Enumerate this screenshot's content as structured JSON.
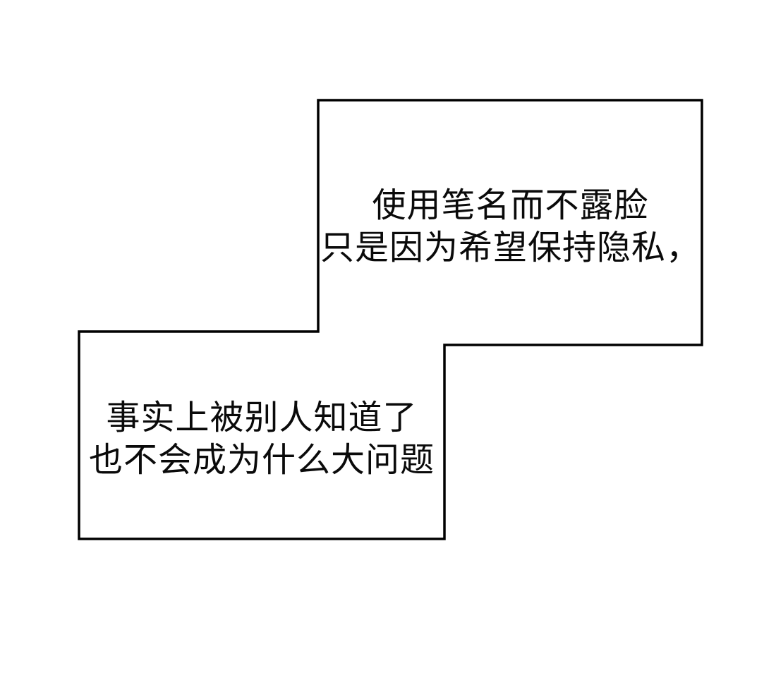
{
  "page": {
    "background_color": "#ffffff",
    "outline_color": "#000000",
    "text_color": "#0a0a0a"
  },
  "panels": [
    {
      "name": "speech-box-top-right",
      "lines": [
        "使用笔名而不露脸",
        "只是因为希望保持隐私，"
      ]
    },
    {
      "name": "speech-box-bottom-left",
      "lines": [
        "事实上被别人知道了",
        "也不会成为什么大问题"
      ]
    }
  ]
}
